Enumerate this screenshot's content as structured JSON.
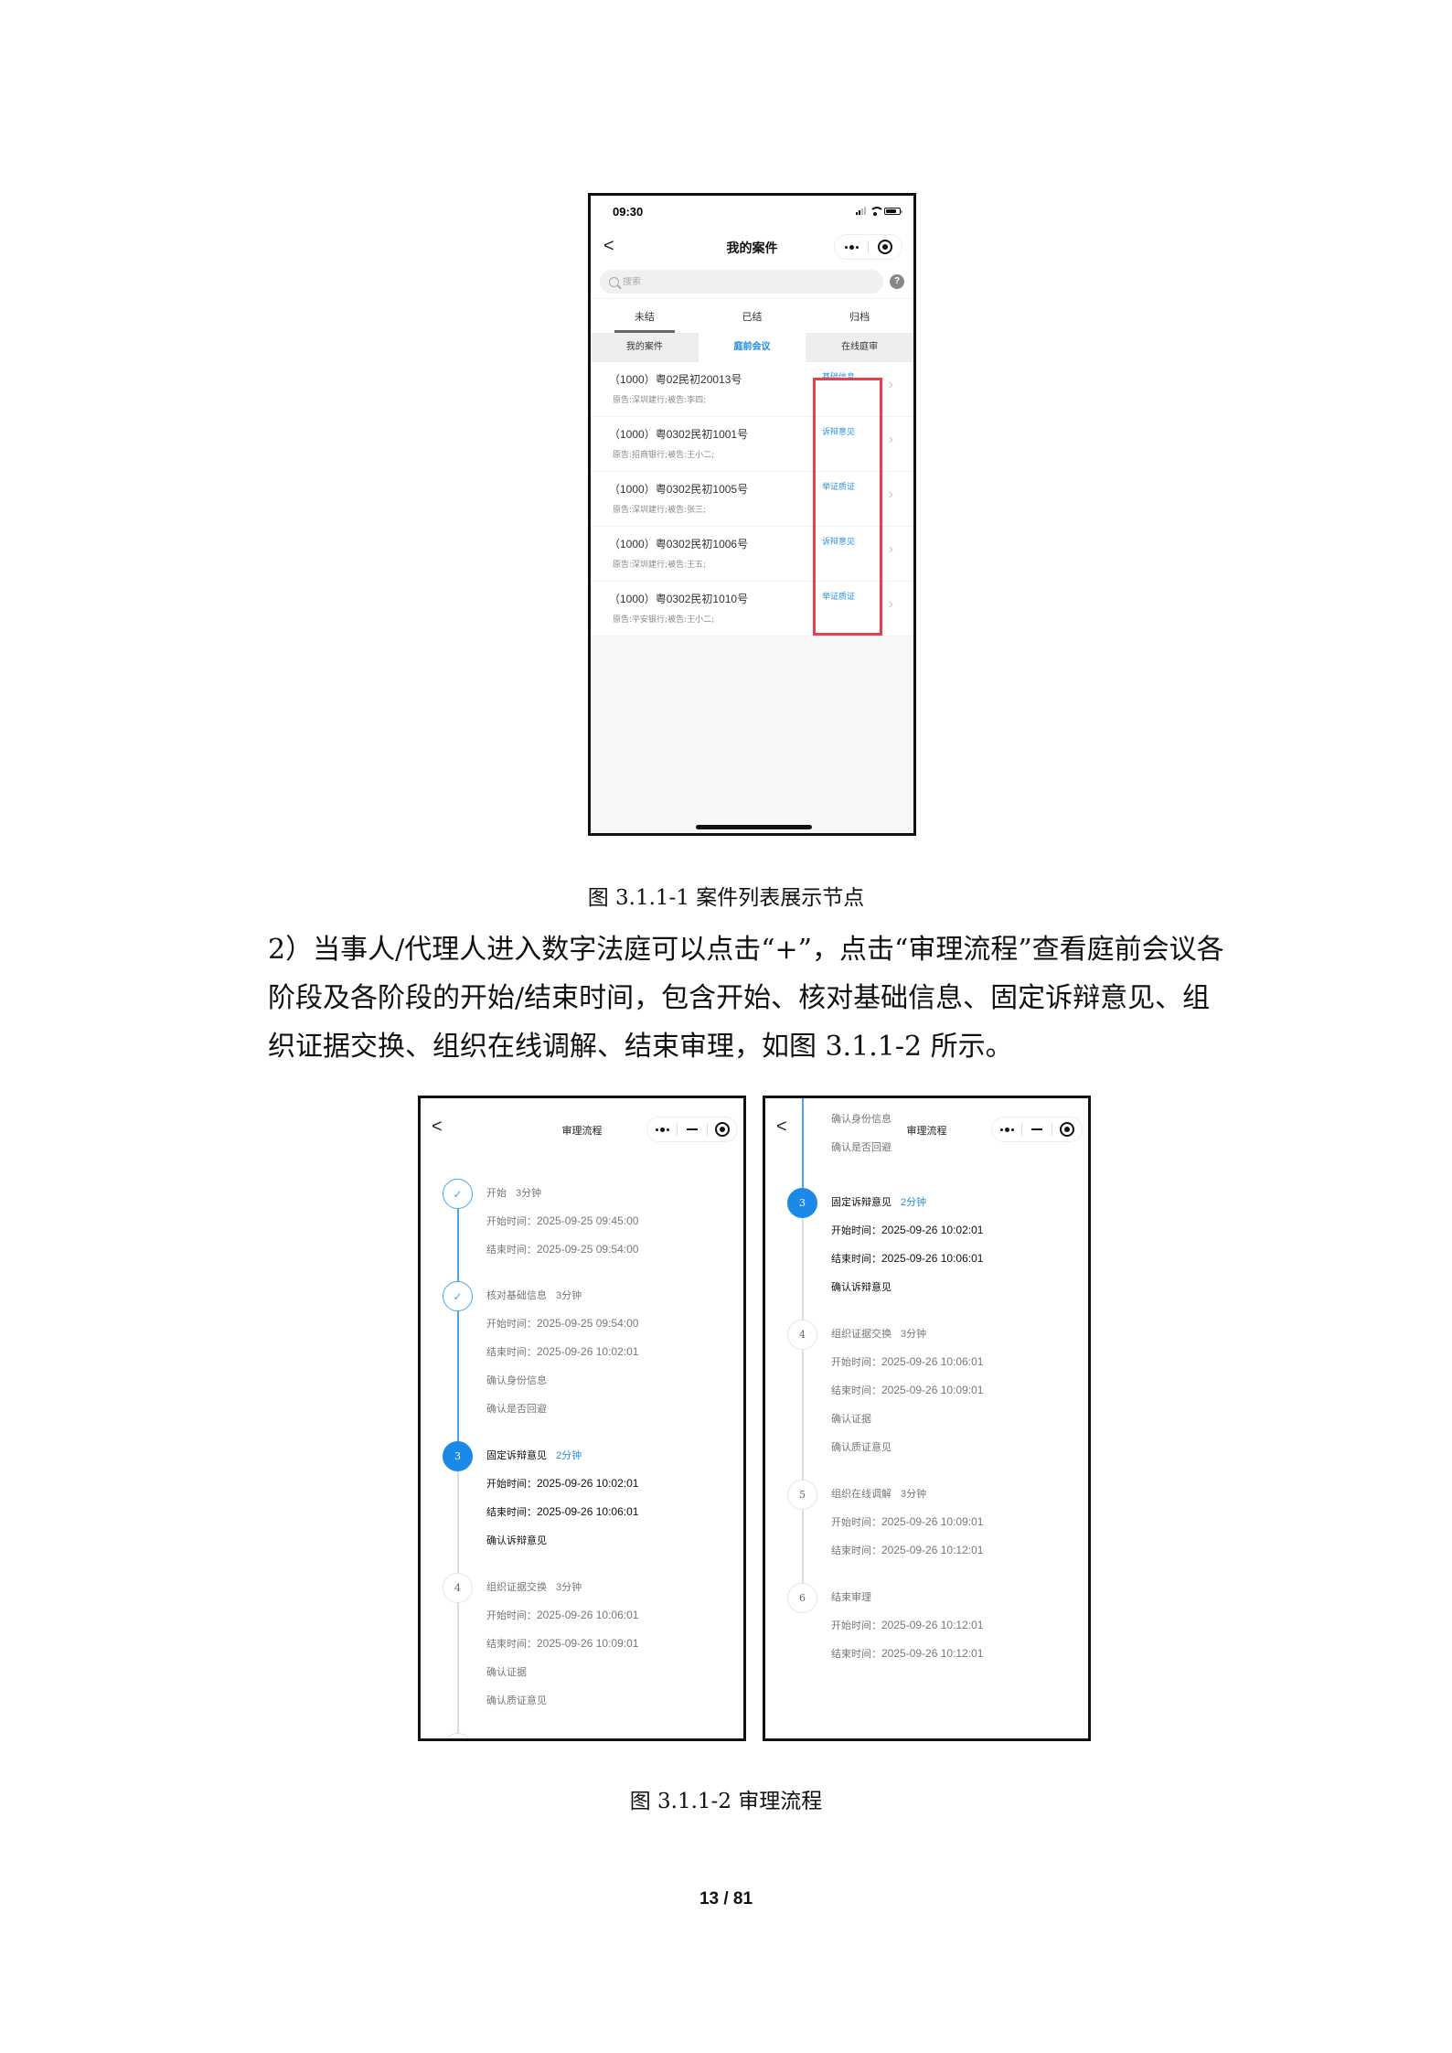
{
  "figure1": {
    "status_bar": {
      "time": "09:30"
    },
    "nav": {
      "back_icon": "<",
      "title": "我的案件",
      "more_icon": "•••",
      "target_icon": "◉"
    },
    "search": {
      "placeholder": "搜索",
      "help_icon": "?"
    },
    "tabs_primary": [
      {
        "label": "未结",
        "active": true
      },
      {
        "label": "已结",
        "active": false
      },
      {
        "label": "归档",
        "active": false
      }
    ],
    "tabs_secondary": [
      {
        "label": "我的案件",
        "active": false
      },
      {
        "label": "庭前会议",
        "active": true
      },
      {
        "label": "在线庭审",
        "active": false
      }
    ],
    "cases": [
      {
        "case_no": "（1000）粤02民初20013号",
        "parties": "原告:深圳建行;被告:李四;",
        "stage": "基础信息"
      },
      {
        "case_no": "（1000）粤0302民初1001号",
        "parties": "原告:招商银行;被告:王小二;",
        "stage": "诉辩意见"
      },
      {
        "case_no": "（1000）粤0302民初1005号",
        "parties": "原告:深圳建行;被告:张三;",
        "stage": "举证质证"
      },
      {
        "case_no": "（1000）粤0302民初1006号",
        "parties": "原告:深圳建行;被告:王五;",
        "stage": "诉辩意见"
      },
      {
        "case_no": "（1000）粤0302民初1010号",
        "parties": "原告:平安银行;被告:王小二;",
        "stage": "举证质证"
      }
    ],
    "arrow_icon": "›",
    "highlight_color": "#e8414a",
    "accent_color": "#1a8ae6",
    "caption": "图 3.1.1-1 案件列表展示节点"
  },
  "paragraph": "2）当事人/代理人进入数字法庭可以点击“+”，点击“审理流程”查看庭前会议各阶段及各阶段的开始/结束时间，包含开始、核对基础信息、固定诉辩意见、组织证据交换、组织在线调解、结束审理，如图 3.1.1-2 所示。",
  "figure2": {
    "nav": {
      "back_icon": "<",
      "title": "审理流程",
      "more_icon": "•••",
      "minimize_icon": "—",
      "target_icon": "◉"
    },
    "steps": [
      {
        "num": "1",
        "status": "done",
        "name": "开始",
        "duration": "3分钟",
        "start_label": "开始时间：",
        "start": "2025-09-25 09:45:00",
        "end_label": "结束时间：",
        "end": "2025-09-25 09:54:00",
        "items": []
      },
      {
        "num": "2",
        "status": "done",
        "name": "核对基础信息",
        "duration": "3分钟",
        "start_label": "开始时间：",
        "start": "2025-09-25 09:54:00",
        "end_label": "结束时间：",
        "end": "2025-09-26 10:02:01",
        "items": [
          "确认身份信息",
          "确认是否回避"
        ]
      },
      {
        "num": "3",
        "status": "current",
        "name": "固定诉辩意见",
        "duration": "2分钟",
        "start_label": "开始时间：",
        "start": "2025-09-26 10:02:01",
        "end_label": "结束时间：",
        "end": "2025-09-26 10:06:01",
        "items": [
          "确认诉辩意见"
        ]
      },
      {
        "num": "4",
        "status": "pending",
        "name": "组织证据交换",
        "duration": "3分钟",
        "start_label": "开始时间：",
        "start": "2025-09-26 10:06:01",
        "end_label": "结束时间：",
        "end": "2025-09-26 10:09:01",
        "items": [
          "确认证据",
          "确认质证意见"
        ]
      },
      {
        "num": "5",
        "status": "pending",
        "name": "组织在线调解",
        "duration": "3分钟",
        "start_label": "开始时间：",
        "start": "2025-09-26 10:09:01",
        "end_label": "结束时间：",
        "end": "2025-09-26 10:12:01",
        "items": []
      },
      {
        "num": "6",
        "status": "pending",
        "name": "结束审理",
        "duration": "",
        "start_label": "开始时间：",
        "start": "2025-09-26 10:12:01",
        "end_label": "结束时间：",
        "end": "2025-09-26 10:12:01",
        "items": []
      }
    ],
    "caption": "图 3.1.1-2 审理流程"
  },
  "page": {
    "number": "13 / 81"
  }
}
